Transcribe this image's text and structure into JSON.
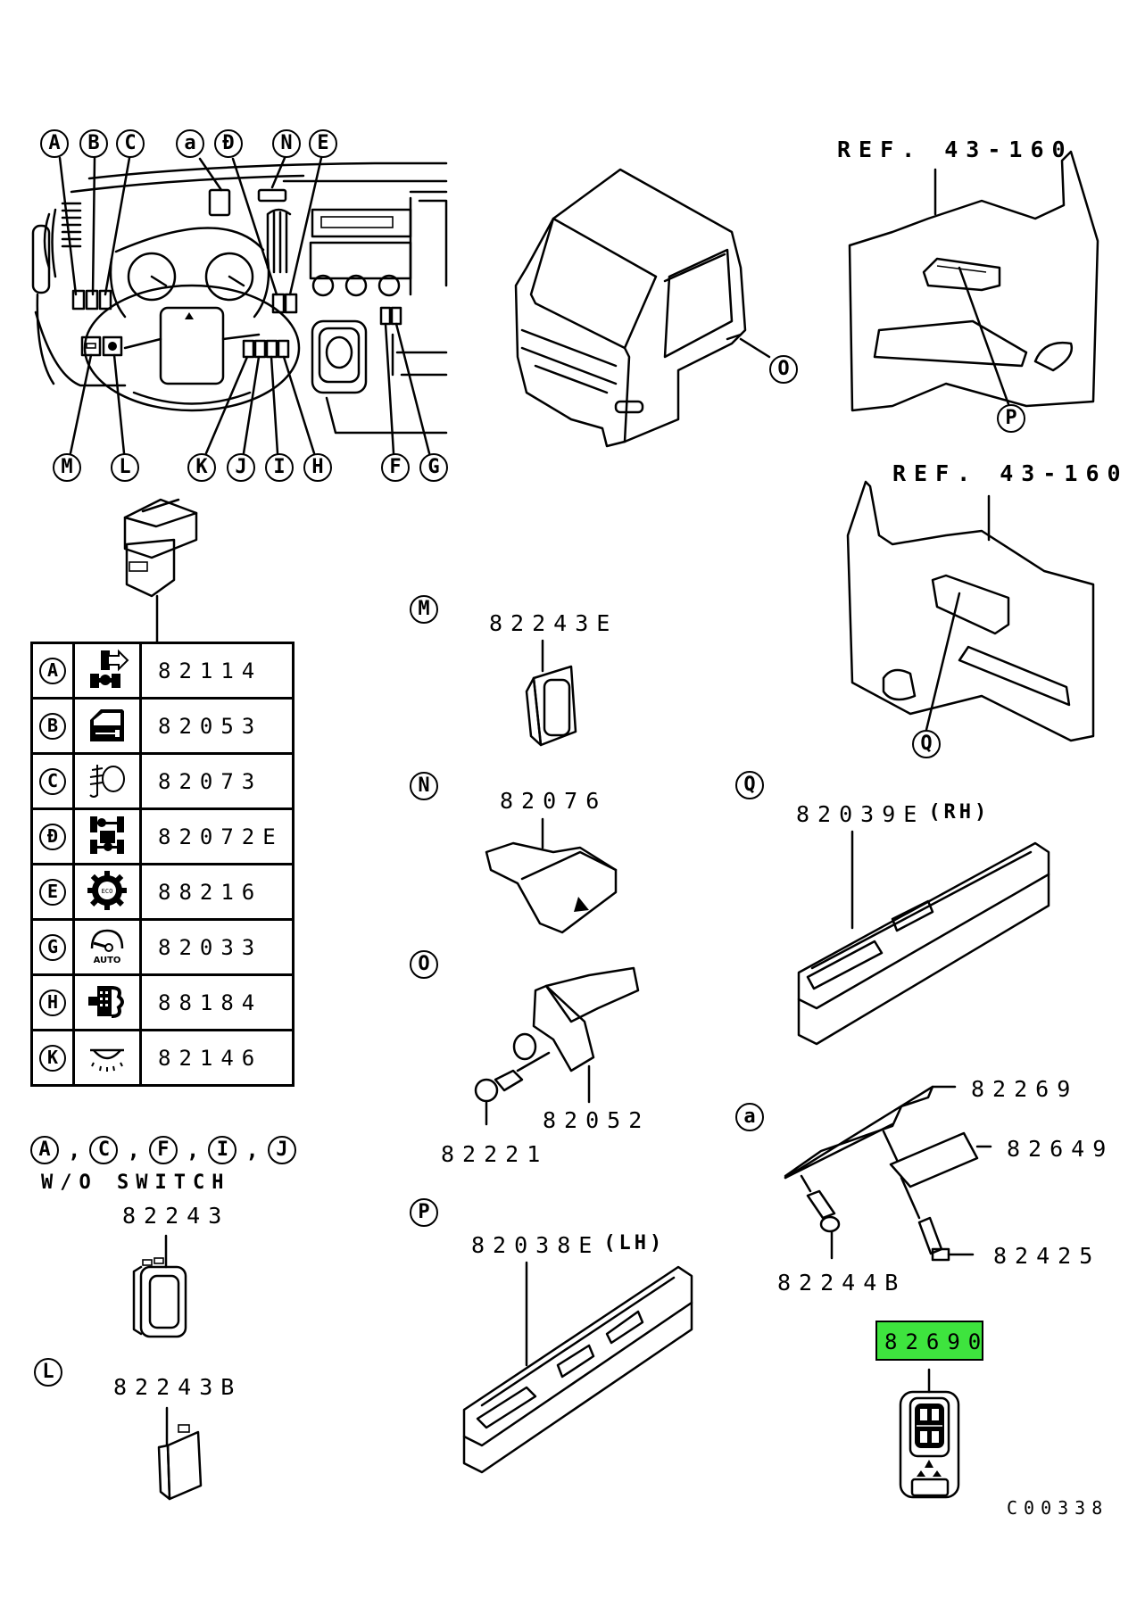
{
  "diagram": {
    "title_code": "C00338",
    "dashboard_callouts": {
      "top": [
        "A",
        "B",
        "C",
        "a",
        "Đ",
        "N",
        "E"
      ],
      "bottom": [
        "M",
        "L",
        "K",
        "J",
        "I",
        "H",
        "F",
        "G"
      ]
    },
    "cab_callout": "O",
    "door_panels": [
      {
        "ref": "REF. 43-160",
        "callout": "P"
      },
      {
        "ref": "REF. 43-160",
        "callout": "Q"
      }
    ],
    "switch_table": {
      "rows": [
        {
          "letter": "A",
          "icon": "pto-icon",
          "part": "82114"
        },
        {
          "letter": "B",
          "icon": "door-lock-icon",
          "part": "82053"
        },
        {
          "letter": "C",
          "icon": "fog-lamp-icon",
          "part": "82073"
        },
        {
          "letter": "Đ",
          "icon": "diff-lock-icon",
          "part": "82072E"
        },
        {
          "letter": "E",
          "icon": "eco-gear-icon",
          "part": "88216"
        },
        {
          "letter": "G",
          "icon": "auto-speed-icon",
          "part": "82033"
        },
        {
          "letter": "H",
          "icon": "exhaust-brake-icon",
          "part": "88184"
        },
        {
          "letter": "K",
          "icon": "room-lamp-icon",
          "part": "82146"
        }
      ]
    },
    "without_switch": {
      "letters": [
        "A",
        "C",
        "F",
        "I",
        "J"
      ],
      "note": "W/O SWITCH",
      "part": "82243"
    },
    "parts": {
      "L": {
        "letter": "L",
        "part": "82243B"
      },
      "M": {
        "letter": "M",
        "part": "82243E"
      },
      "N": {
        "letter": "N",
        "part": "82076"
      },
      "O": {
        "letter": "O",
        "parts": [
          "82052",
          "82221"
        ]
      },
      "P": {
        "letter": "P",
        "part": "82038E",
        "side": "(LH)"
      },
      "Q": {
        "letter": "Q",
        "part": "82039E",
        "side": "(RH)"
      },
      "a": {
        "letter": "a",
        "parts": [
          "82269",
          "82649",
          "82425",
          "82244B"
        ]
      },
      "highlighted": {
        "part": "82690",
        "color": "#3ee43e"
      }
    }
  }
}
